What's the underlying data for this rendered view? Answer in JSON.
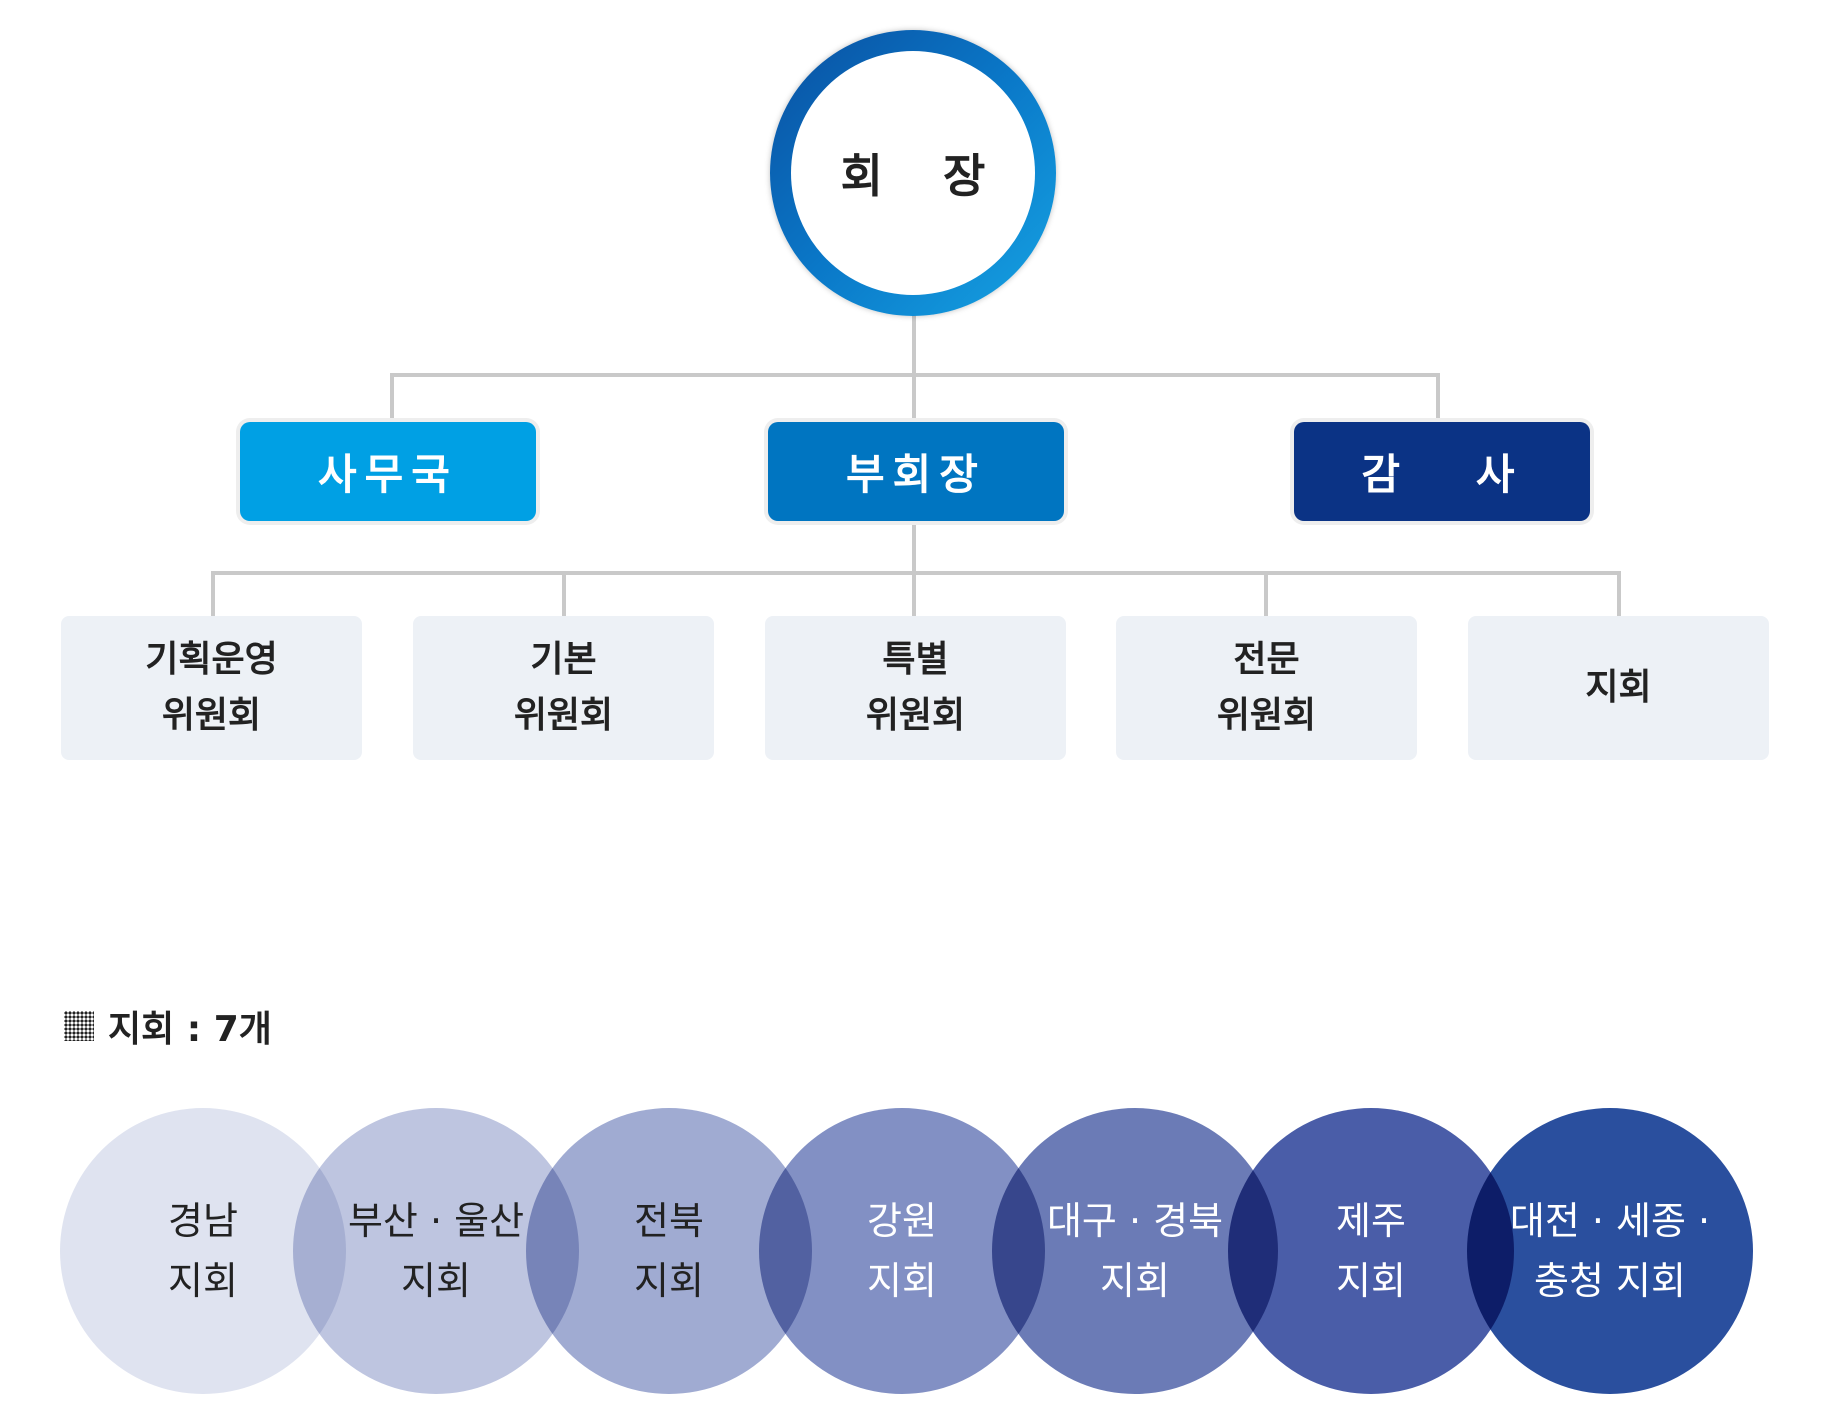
{
  "president": {
    "label": "회 장"
  },
  "second_level": [
    {
      "label": "사무국",
      "color": "#00a0e4"
    },
    {
      "label": "부회장",
      "color": "#0075c1"
    },
    {
      "label": "감   사",
      "color": "#0b3385"
    }
  ],
  "committees": [
    {
      "line1": "기획운영",
      "line2": "위원회"
    },
    {
      "line1": "기본",
      "line2": "위원회"
    },
    {
      "line1": "특별",
      "line2": "위원회"
    },
    {
      "line1": "전문",
      "line2": "위원회"
    },
    {
      "line1": "지회",
      "line2": ""
    }
  ],
  "branches_section": {
    "title": "지회 : 7개",
    "branches": [
      {
        "line1": "경남",
        "line2": "지회",
        "color": "#dfe3f0",
        "text_color": "#222222"
      },
      {
        "line1": "부산 · 울산",
        "line2": "지회",
        "color": "#bec5e0",
        "text_color": "#222222"
      },
      {
        "line1": "전북",
        "line2": "지회",
        "color": "#a0abd2",
        "text_color": "#222222"
      },
      {
        "line1": "강원",
        "line2": "지회",
        "color": "#8290c4",
        "text_color": "#ffffff"
      },
      {
        "line1": "대구 · 경북",
        "line2": "지회",
        "color": "#6b7bb6",
        "text_color": "#ffffff"
      },
      {
        "line1": "제주",
        "line2": "지회",
        "color": "#4a5da8",
        "text_color": "#ffffff"
      },
      {
        "line1": "대전 · 세종 ·",
        "line2": "충청 지회",
        "color": "#2a4f9e",
        "text_color": "#ffffff"
      }
    ]
  }
}
